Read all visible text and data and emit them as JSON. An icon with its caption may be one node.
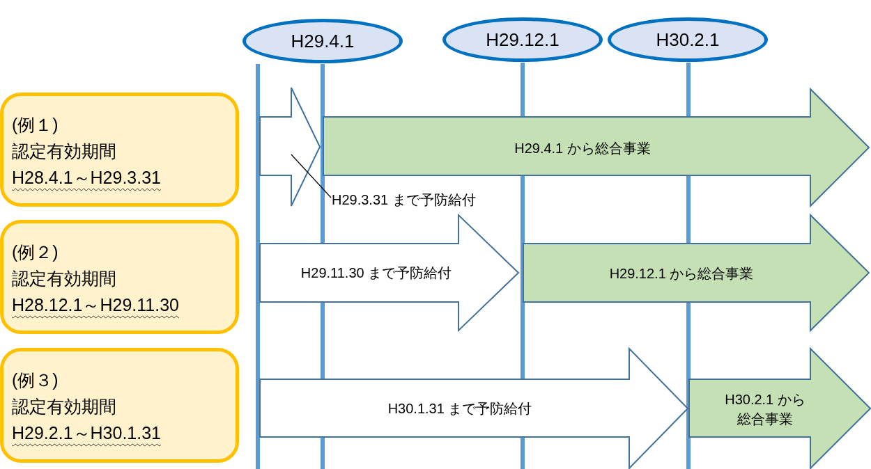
{
  "diagram": {
    "nodes": [
      {
        "text": [
          "H29.4.1"
        ]
      },
      {
        "text": [
          "H29.12.1"
        ]
      },
      {
        "text": [
          "H30.2.1"
        ]
      },
      {
        "text": [
          "(例１)",
          "認定有効期間",
          "H28.4.1～H29.3.31"
        ]
      },
      {
        "text": [],
        "shape": "arrow"
      },
      {
        "text": [
          "H29.4.1 から総合事業"
        ]
      },
      {
        "text": [
          "H29.3.31 まで予防給付"
        ]
      },
      {
        "text": [
          "(例２)",
          "認定有効期間",
          "H28.12.1～H29.11.30"
        ]
      },
      {
        "text": [
          "H29.11.30 まで予防給付"
        ]
      },
      {
        "text": [
          "H29.12.1 から総合事業"
        ]
      },
      {
        "text": [
          "(例３)",
          "認定有効期間",
          "H29.2.1～H30.1.31"
        ]
      },
      {
        "text": [
          "H30.1.31 まで予防給付"
        ]
      },
      {
        "text": [
          "H30.2.1 から総合事業"
        ]
      }
    ],
    "edges": [
      {
        "from": 6,
        "to": 4,
        "arrow": "none"
      }
    ]
  }
}
